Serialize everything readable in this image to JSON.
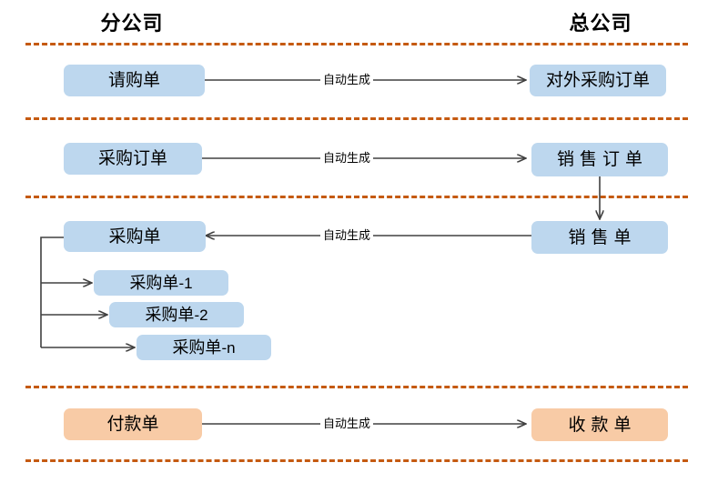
{
  "columns": {
    "left_title": "分公司",
    "right_title": "总公司"
  },
  "edge_label": "自动生成",
  "colors": {
    "node_blue": "#BDD7EE",
    "node_orange": "#F8CBA6",
    "divider_orange": "#C55A11",
    "arrow": "#404040",
    "text": "#000000"
  },
  "rows": [
    {
      "id": "row-requisition",
      "left_node": "请购单",
      "right_node": "对外采购订单",
      "connector_label": "自动生成",
      "direction": "left-to-right"
    },
    {
      "id": "row-purchase-order",
      "left_node": "采购订单",
      "right_node": "销售订单",
      "connector_label": "自动生成",
      "direction": "left-to-right"
    },
    {
      "id": "row-purchase-receipt",
      "left_node": "采购单",
      "right_node": "销售单",
      "connector_label": "自动生成",
      "direction": "right-to-left"
    },
    {
      "id": "row-payment",
      "left_node": "付款单",
      "right_node": "收款单",
      "connector_label": "自动生成",
      "direction": "left-to-right"
    }
  ],
  "sub_nodes": [
    {
      "base": "采购单",
      "suffix": "-1"
    },
    {
      "base": "采购单",
      "suffix": "-2"
    },
    {
      "base": "采购单",
      "suffix": "-n"
    }
  ]
}
